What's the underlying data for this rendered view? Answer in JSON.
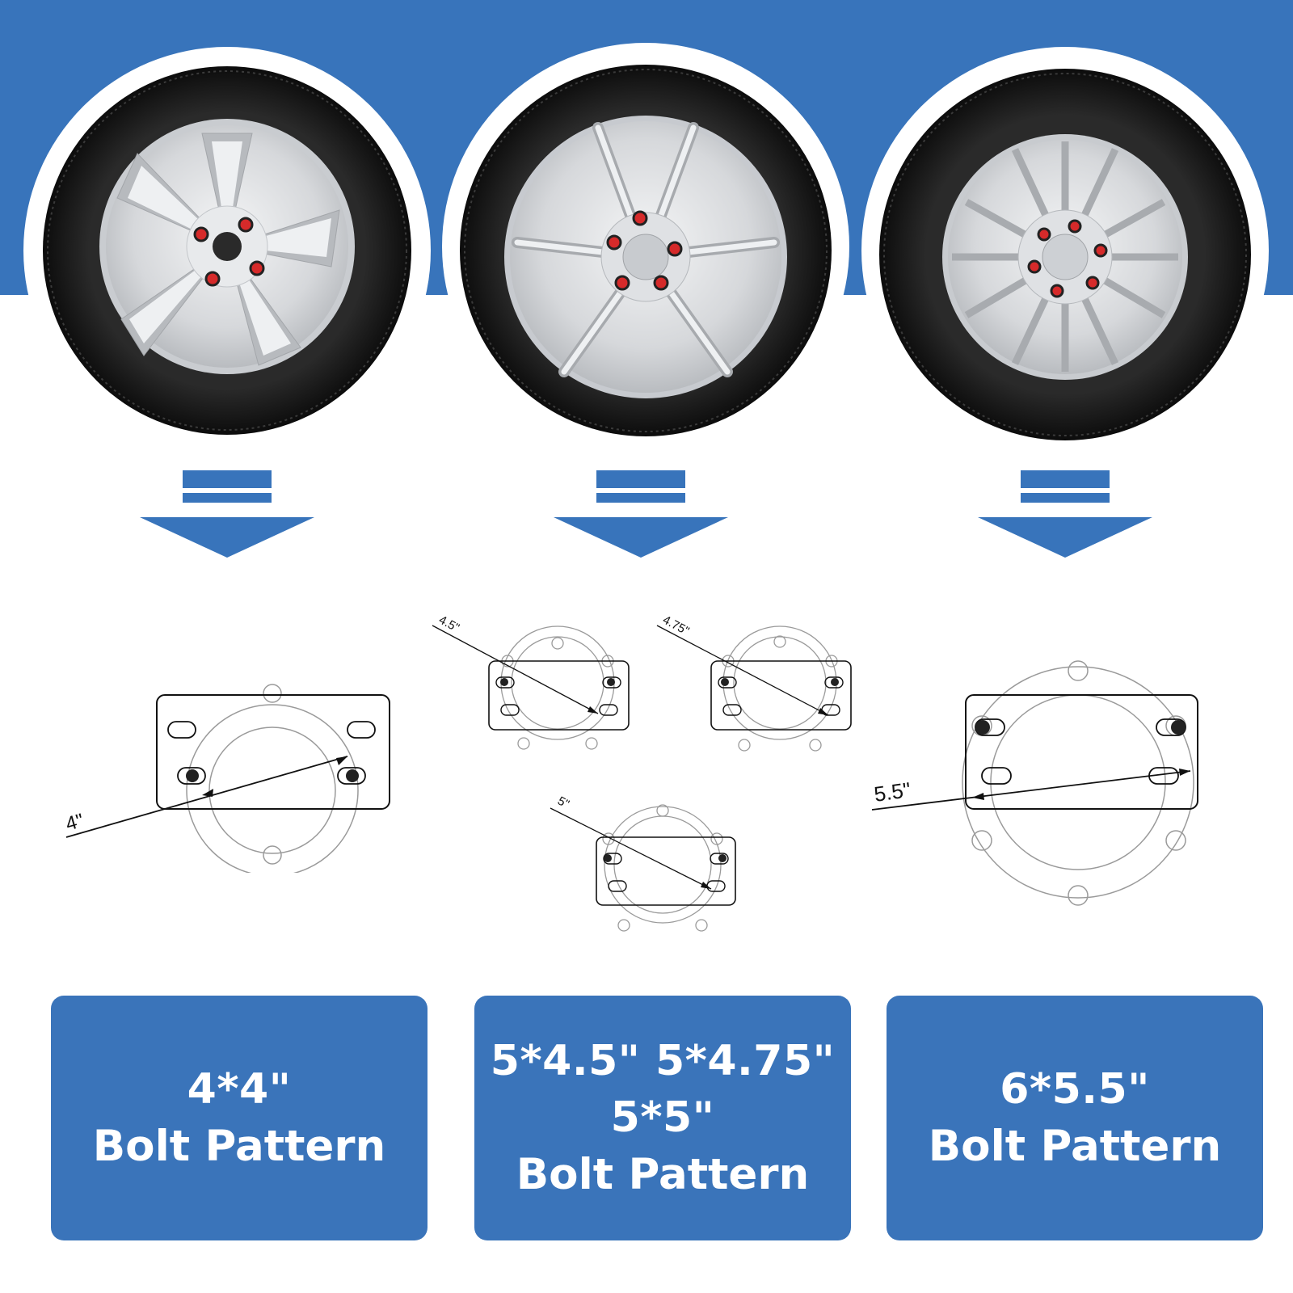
{
  "colors": {
    "brand_blue": "#3874bb",
    "box_blue": "#3a74ba",
    "tire_black": "#1a1a1a",
    "rim_silver": "#d9dbde",
    "lug_red": "#d62a2a"
  },
  "wheels": [
    {
      "name": "wheel-4-lug",
      "lugs": 4
    },
    {
      "name": "wheel-5-lug",
      "lugs": 5
    },
    {
      "name": "wheel-6-lug",
      "lugs": 6
    }
  ],
  "diagrams": {
    "d1_label": "4\"",
    "d2_label": "4.5\"",
    "d3_label": "4.75\"",
    "d4_label": "5\"",
    "d5_label": "5.5\""
  },
  "boxes": [
    {
      "lines": [
        "4*4\""
      ],
      "pattern": "Bolt Pattern"
    },
    {
      "lines": [
        "5*4.5\" 5*4.75\"",
        "5*5\""
      ],
      "pattern": "Bolt Pattern"
    },
    {
      "lines": [
        "6*5.5\""
      ],
      "pattern": "Bolt Pattern"
    }
  ]
}
